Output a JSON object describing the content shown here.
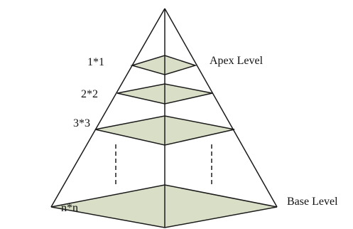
{
  "levels": [
    {
      "label": "1*1"
    },
    {
      "label": "2*2"
    },
    {
      "label": "3*3"
    },
    {
      "label": "n*n"
    }
  ],
  "apex_label": "Apex Level",
  "base_label": "Base Level",
  "colors": {
    "plane_fill": "#d8dfc6",
    "line": "#1a1a1a",
    "background": "#ffffff"
  }
}
